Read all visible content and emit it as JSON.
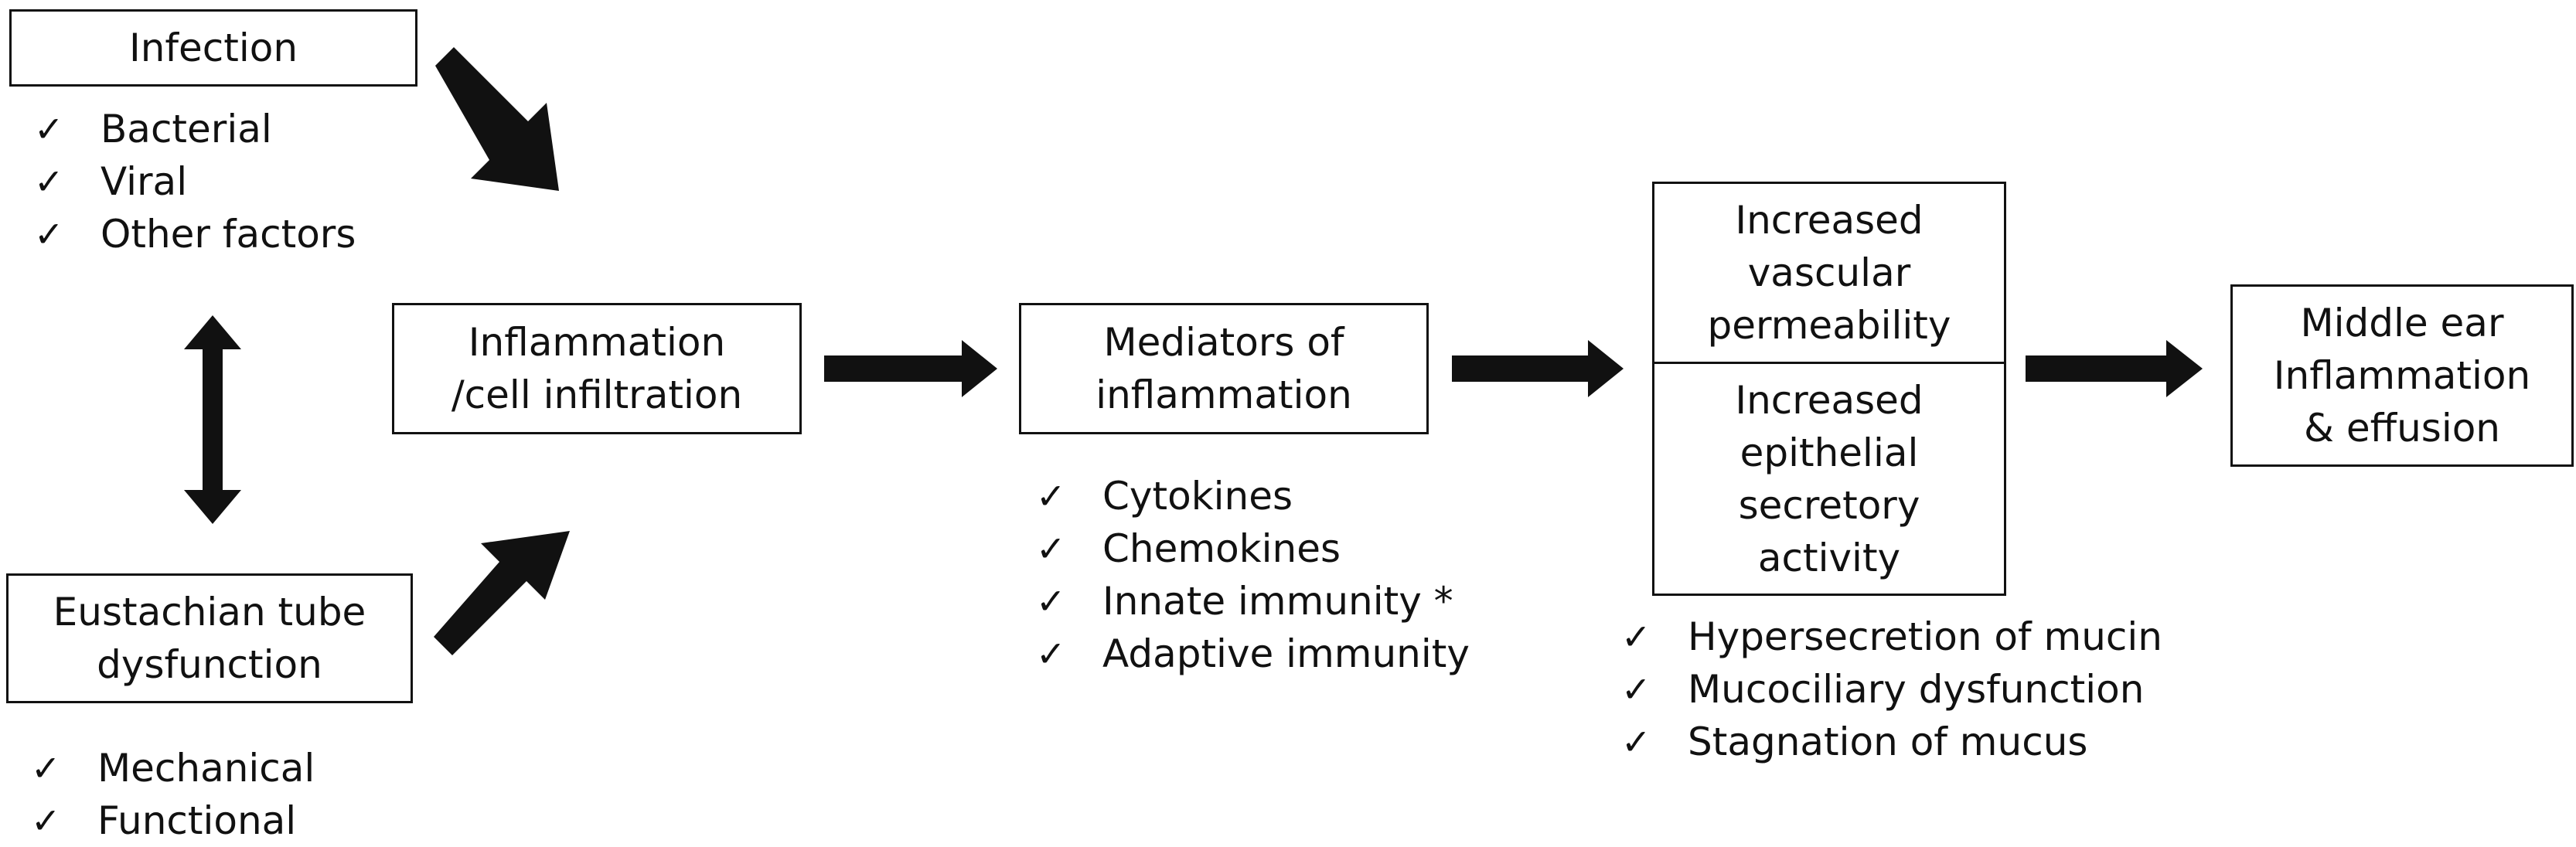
{
  "infection": {
    "title": "Infection",
    "items": [
      "Bacterial",
      "Viral",
      "Other factors"
    ]
  },
  "eustachian": {
    "title": "Eustachian tube\ndysfunction",
    "items": [
      "Mechanical",
      "Functional"
    ]
  },
  "inflammation": {
    "title": "Inflammation\n/cell infiltration"
  },
  "mediators": {
    "title": "Mediators of\ninflammation",
    "items": [
      "Cytokines",
      "Chemokines",
      "Innate immunity *",
      "Adaptive immunity"
    ]
  },
  "permeability": {
    "top": "Increased\nvascular\npermeability",
    "bottom": "Increased\nepithelial\nsecretory\nactivity",
    "items": [
      "Hypersecretion of mucin",
      "Mucociliary dysfunction",
      "Stagnation of mucus"
    ]
  },
  "middle_ear": {
    "title": "Middle ear\nInflammation\n& effusion"
  },
  "check_mark": "✓",
  "colors": {
    "line": "#111111",
    "background": "#ffffff"
  }
}
